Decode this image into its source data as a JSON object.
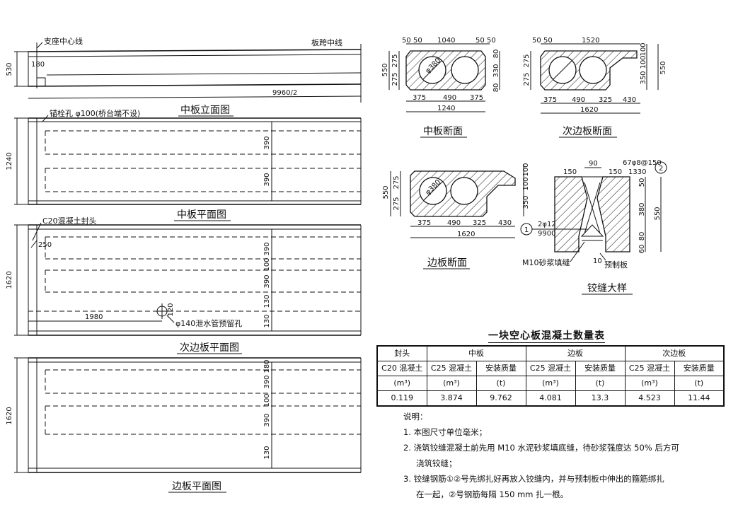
{
  "views": {
    "mid_elev": {
      "title": "中板立面图",
      "label_left": "支座中心线",
      "label_right": "板跨中线",
      "dim_height": "530",
      "dim_edge": "180",
      "dim_length": "9960/2"
    },
    "mid_plan": {
      "title": "中板平面图",
      "hole_note": "锚栓孔 φ100(桥台端不设)",
      "dim_width": "1240",
      "dim_top": "390",
      "dim_bottom": "390"
    },
    "sub_edge_plan": {
      "title": "次边板平面图",
      "end_note": "C20混凝土封头",
      "end_dim": "250",
      "dim_width": "1620",
      "dim_a": "390",
      "dim_b": "100",
      "dim_c": "390",
      "dim_d": "130",
      "dim_e": "130",
      "dim_hole_pos": "1980",
      "dim_hole_off": "120",
      "drain_note": "φ140泄水管预留孔"
    },
    "edge_plan": {
      "title": "边板平面图",
      "dim_width": "1620",
      "dim_a": "180",
      "dim_b": "390",
      "dim_c": "100",
      "dim_d": "390",
      "dim_e": "130"
    },
    "mid_section": {
      "title": "中板断面",
      "top_dims": [
        "50",
        "50",
        "1040",
        "50",
        "50"
      ],
      "dim_r1": "80",
      "dim_r2": "330",
      "dim_r3": "80",
      "dim_l1": "550",
      "dim_l2": "275",
      "dim_l3": "275",
      "hole_dia": "φ380",
      "bottom_dims": [
        "375",
        "490",
        "375"
      ],
      "dim_total": "1240"
    },
    "sub_edge_section": {
      "title": "次边板断面",
      "top_dims": [
        "50",
        "50",
        "1520"
      ],
      "dim_r1": "100",
      "dim_r2": "100",
      "dim_r3": "350",
      "dim_r4": "550",
      "dim_l1": "275",
      "dim_l2": "275",
      "bottom_dims": [
        "375",
        "490",
        "325",
        "430"
      ],
      "dim_total": "1620"
    },
    "edge_section": {
      "title": "边板断面",
      "dim_r1": "100",
      "dim_r2": "100",
      "dim_r3": "350",
      "dim_l1": "550",
      "dim_l2": "275",
      "dim_l3": "275",
      "hole_dia": "φ380",
      "bottom_dims": [
        "375",
        "490",
        "325",
        "430"
      ],
      "dim_total": "1620"
    },
    "joint_detail": {
      "title": "铰缝大样",
      "dim_90": "90",
      "dim_150a": "150",
      "dim_150b": "150",
      "rebar_top": "67φ8@150",
      "rebar_top_len": "1330",
      "mark_1": "1",
      "mark_2": "2",
      "rebar_bot": "2φ12",
      "rebar_bot_len": "9900",
      "mortar_note": "M10砂浆填缝",
      "dim_10": "10",
      "precast_note": "预制板",
      "dim_50": "50",
      "dim_380": "380",
      "dim_550": "550",
      "dim_80": "80",
      "dim_60": "60"
    }
  },
  "quantity_table": {
    "title": "一块空心板混凝土数量表",
    "head1": [
      "封头",
      "中板",
      "边板",
      "次边板"
    ],
    "head2": [
      "C20 混凝土",
      "C25 混凝土",
      "安装质量",
      "C25 混凝土",
      "安装质量",
      "C25 混凝土",
      "安装质量"
    ],
    "head3": [
      "(m³)",
      "(m³)",
      "(t)",
      "(m³)",
      "(t)",
      "(m³)",
      "(t)"
    ],
    "values": [
      "0.119",
      "3.874",
      "9.762",
      "4.081",
      "13.3",
      "4.523",
      "11.44"
    ]
  },
  "notes": {
    "heading": "说明：",
    "n1": "1. 本图尺寸单位毫米；",
    "n2a": "2. 浇筑铰缝混凝土前先用 M10 水泥砂浆填底缝，待砂浆强度达 50% 后方可",
    "n2b": "浇筑铰缝；",
    "n3a": "3. 铰缝钢筋①②号先绑扎好再放入铰缝内，并与预制板中伸出的箍筋绑扎",
    "n3b": "在一起，②号钢筋每隔 150 mm 扎一根。"
  }
}
